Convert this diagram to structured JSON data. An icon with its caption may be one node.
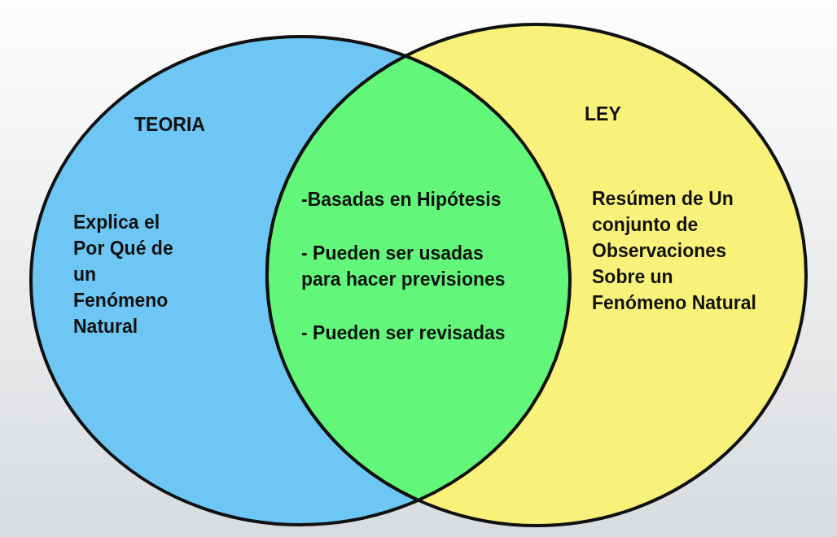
{
  "diagram": {
    "nodes": [
      {
        "text": [
          "TEORIA",
          "Explica el Por Qué de un Fenómeno Natural"
        ]
      },
      {
        "text": [
          "LEY",
          "Resúmen de Un conjunto de Observaciones Sobre un Fenómeno Natural"
        ]
      },
      {
        "text": [
          "-Basadas en Hipótesis",
          "- Pueden ser usadas para hacer previsiones",
          "- Pueden ser revisadas"
        ]
      }
    ]
  }
}
